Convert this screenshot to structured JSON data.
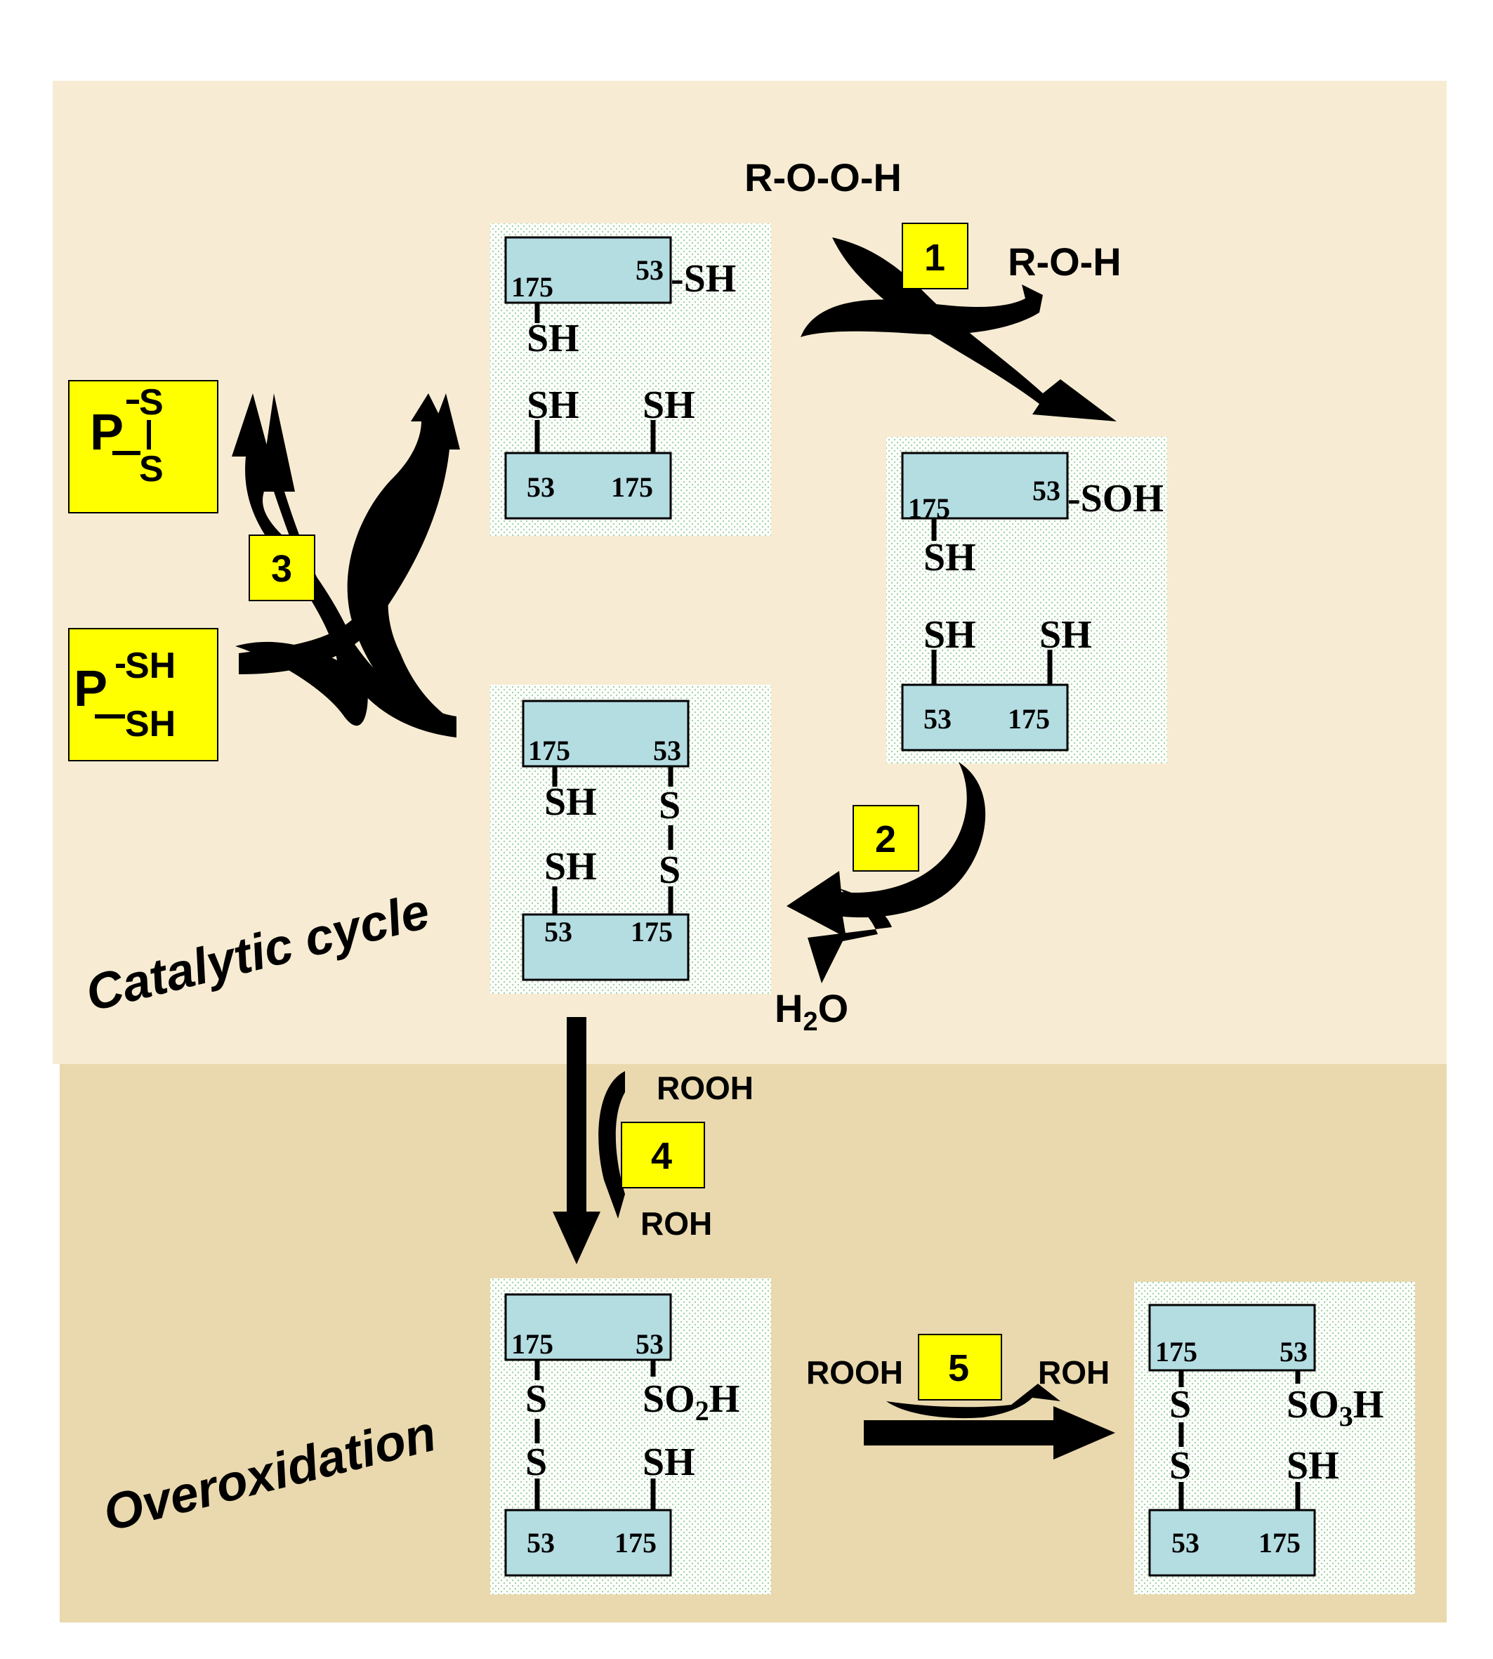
{
  "colors": {
    "panel_top": "#f7ecd3",
    "panel_bottom": "#ead9ae",
    "protein_box": "#b4dde2",
    "step_label": "#ffff00"
  },
  "sections": {
    "catalytic": "Catalytic  cycle",
    "overoxidation": "Overoxidation"
  },
  "reagents": {
    "rooh_top": "R-O-O-H",
    "roh_top": "R-O-H",
    "water": "H",
    "water_sub": "2",
    "water_tail": "O",
    "rooh_4": "ROOH",
    "roh_4": "ROH",
    "rooh_5": "ROOH",
    "roh_5": "ROH"
  },
  "steps": [
    "1",
    "2",
    "3",
    "4",
    "5"
  ],
  "reductant": {
    "oxidized_p": "P",
    "oxidized_s": "S",
    "reduced_p": "P",
    "reduced_sh": "SH"
  },
  "residues": {
    "r175": "175",
    "r53": "53"
  },
  "groups": {
    "sh": "SH",
    "s": "S",
    "dash_sh": "-SH",
    "dash_soh": "-SOH",
    "so2h_main": "SO",
    "so2h_sub": "2",
    "so2h_tail": "H",
    "so3h_main": "SO",
    "so3h_sub": "3",
    "so3h_tail": "H"
  }
}
